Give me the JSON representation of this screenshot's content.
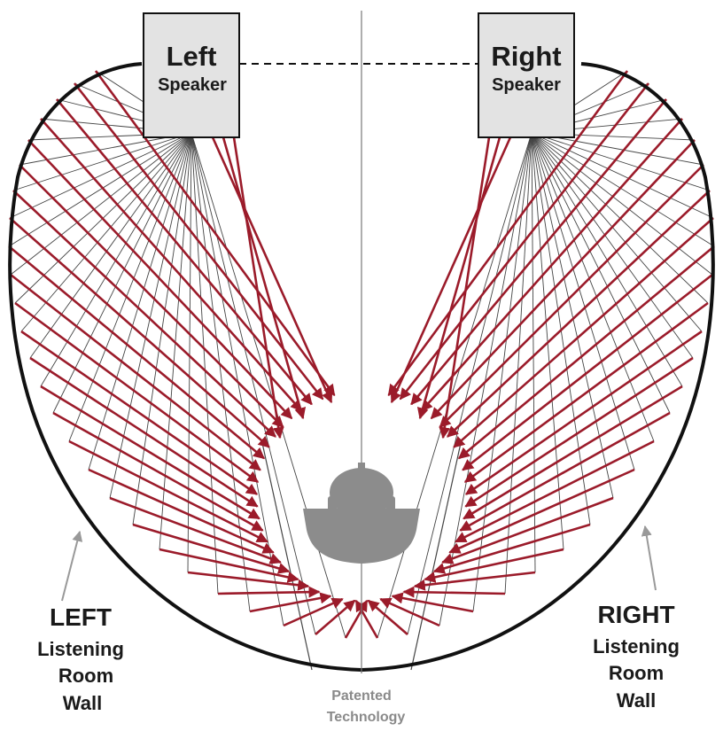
{
  "speakers": {
    "left": {
      "line1": "Left",
      "line2": "Speaker"
    },
    "right": {
      "line1": "Right",
      "line2": "Speaker"
    }
  },
  "walls": {
    "left": {
      "line1": "LEFT",
      "line2": "Listening",
      "line3": "Room",
      "line4": "Wall"
    },
    "right": {
      "line1": "RIGHT",
      "line2": "Listening",
      "line3": "Room",
      "line4": "Wall"
    }
  },
  "footer": {
    "line1": "Patented",
    "line2": "Technology"
  },
  "colors": {
    "ray": "#9b1b2a",
    "wall": "#111111",
    "thin_line": "#444444",
    "speaker_fill": "#e3e3e3",
    "listener": "#8c8c8c",
    "arrow_gray": "#999999"
  },
  "reflection_count_per_side": 20
}
